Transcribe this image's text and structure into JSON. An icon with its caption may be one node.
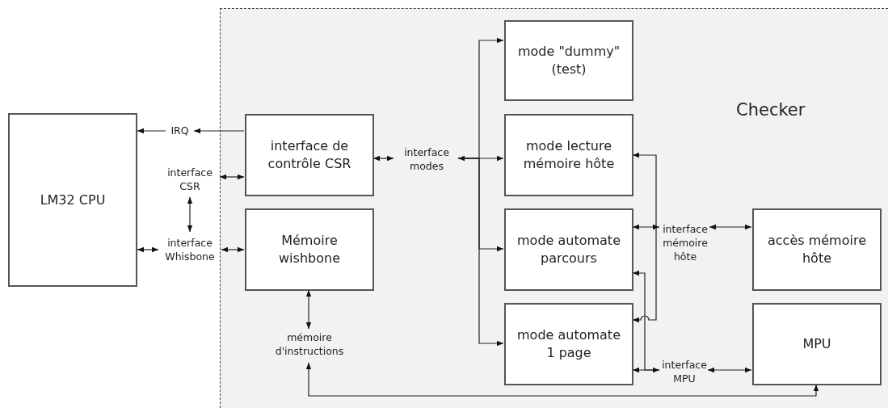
{
  "diagram": {
    "nodes": [
      {
        "text": [
          "Checker"
        ]
      },
      {
        "text": [
          "LM32 CPU"
        ]
      },
      {
        "text": [
          "IRQ"
        ]
      },
      {
        "text": [
          "interface CSR"
        ]
      },
      {
        "text": [
          "interface Whisbone"
        ]
      },
      {
        "text": [
          "interface de contrôle CSR"
        ],
        "in": 0
      },
      {
        "text": [
          "Mémoire wishbone"
        ],
        "in": 0
      },
      {
        "text": [
          "mémoire d'instructions"
        ],
        "in": 0
      },
      {
        "text": [
          "interface modes"
        ],
        "in": 0
      },
      {
        "text": [
          "mode \"dummy\" (test)"
        ],
        "in": 0
      },
      {
        "text": [
          "mode lecture mémoire hôte"
        ],
        "in": 0
      },
      {
        "text": [
          "mode automate parcours"
        ],
        "in": 0
      },
      {
        "text": [
          "mode automate 1 page"
        ],
        "in": 0
      },
      {
        "text": [
          "interface mémoire hôte"
        ],
        "in": 0
      },
      {
        "text": [
          "accès mémoire hôte"
        ],
        "in": 0
      },
      {
        "text": [
          "interface MPU"
        ],
        "in": 0
      },
      {
        "text": [
          "MPU"
        ],
        "in": 0
      }
    ],
    "edges": [
      {
        "from": 5,
        "to": 2,
        "arrow": "to"
      },
      {
        "from": 2,
        "to": 1,
        "arrow": "to"
      },
      {
        "from": 5,
        "to": 3,
        "arrow": "both"
      },
      {
        "from": 3,
        "to": 4,
        "arrow": "both"
      },
      {
        "from": 4,
        "to": 1,
        "arrow": "both"
      },
      {
        "from": 4,
        "to": 6,
        "arrow": "both"
      },
      {
        "from": 6,
        "to": 7,
        "arrow": "both"
      },
      {
        "from": 5,
        "to": 8,
        "arrow": "both"
      },
      {
        "from": 8,
        "to": 10,
        "arrow": "both"
      },
      {
        "from": 8,
        "to": 9,
        "arrow": "to"
      },
      {
        "from": 8,
        "to": 11,
        "arrow": "to"
      },
      {
        "from": 8,
        "to": 12,
        "arrow": "to"
      },
      {
        "from": 11,
        "to": 13,
        "arrow": "both"
      },
      {
        "from": 13,
        "to": 14,
        "arrow": "both"
      },
      {
        "from": 10,
        "to": 12,
        "arrow": "both"
      },
      {
        "from": 15,
        "to": 11,
        "arrow": "to"
      },
      {
        "from": 12,
        "to": 15,
        "arrow": "both"
      },
      {
        "from": 15,
        "to": 16,
        "arrow": "both"
      },
      {
        "from": 7,
        "to": 16,
        "arrow": "both"
      }
    ]
  }
}
